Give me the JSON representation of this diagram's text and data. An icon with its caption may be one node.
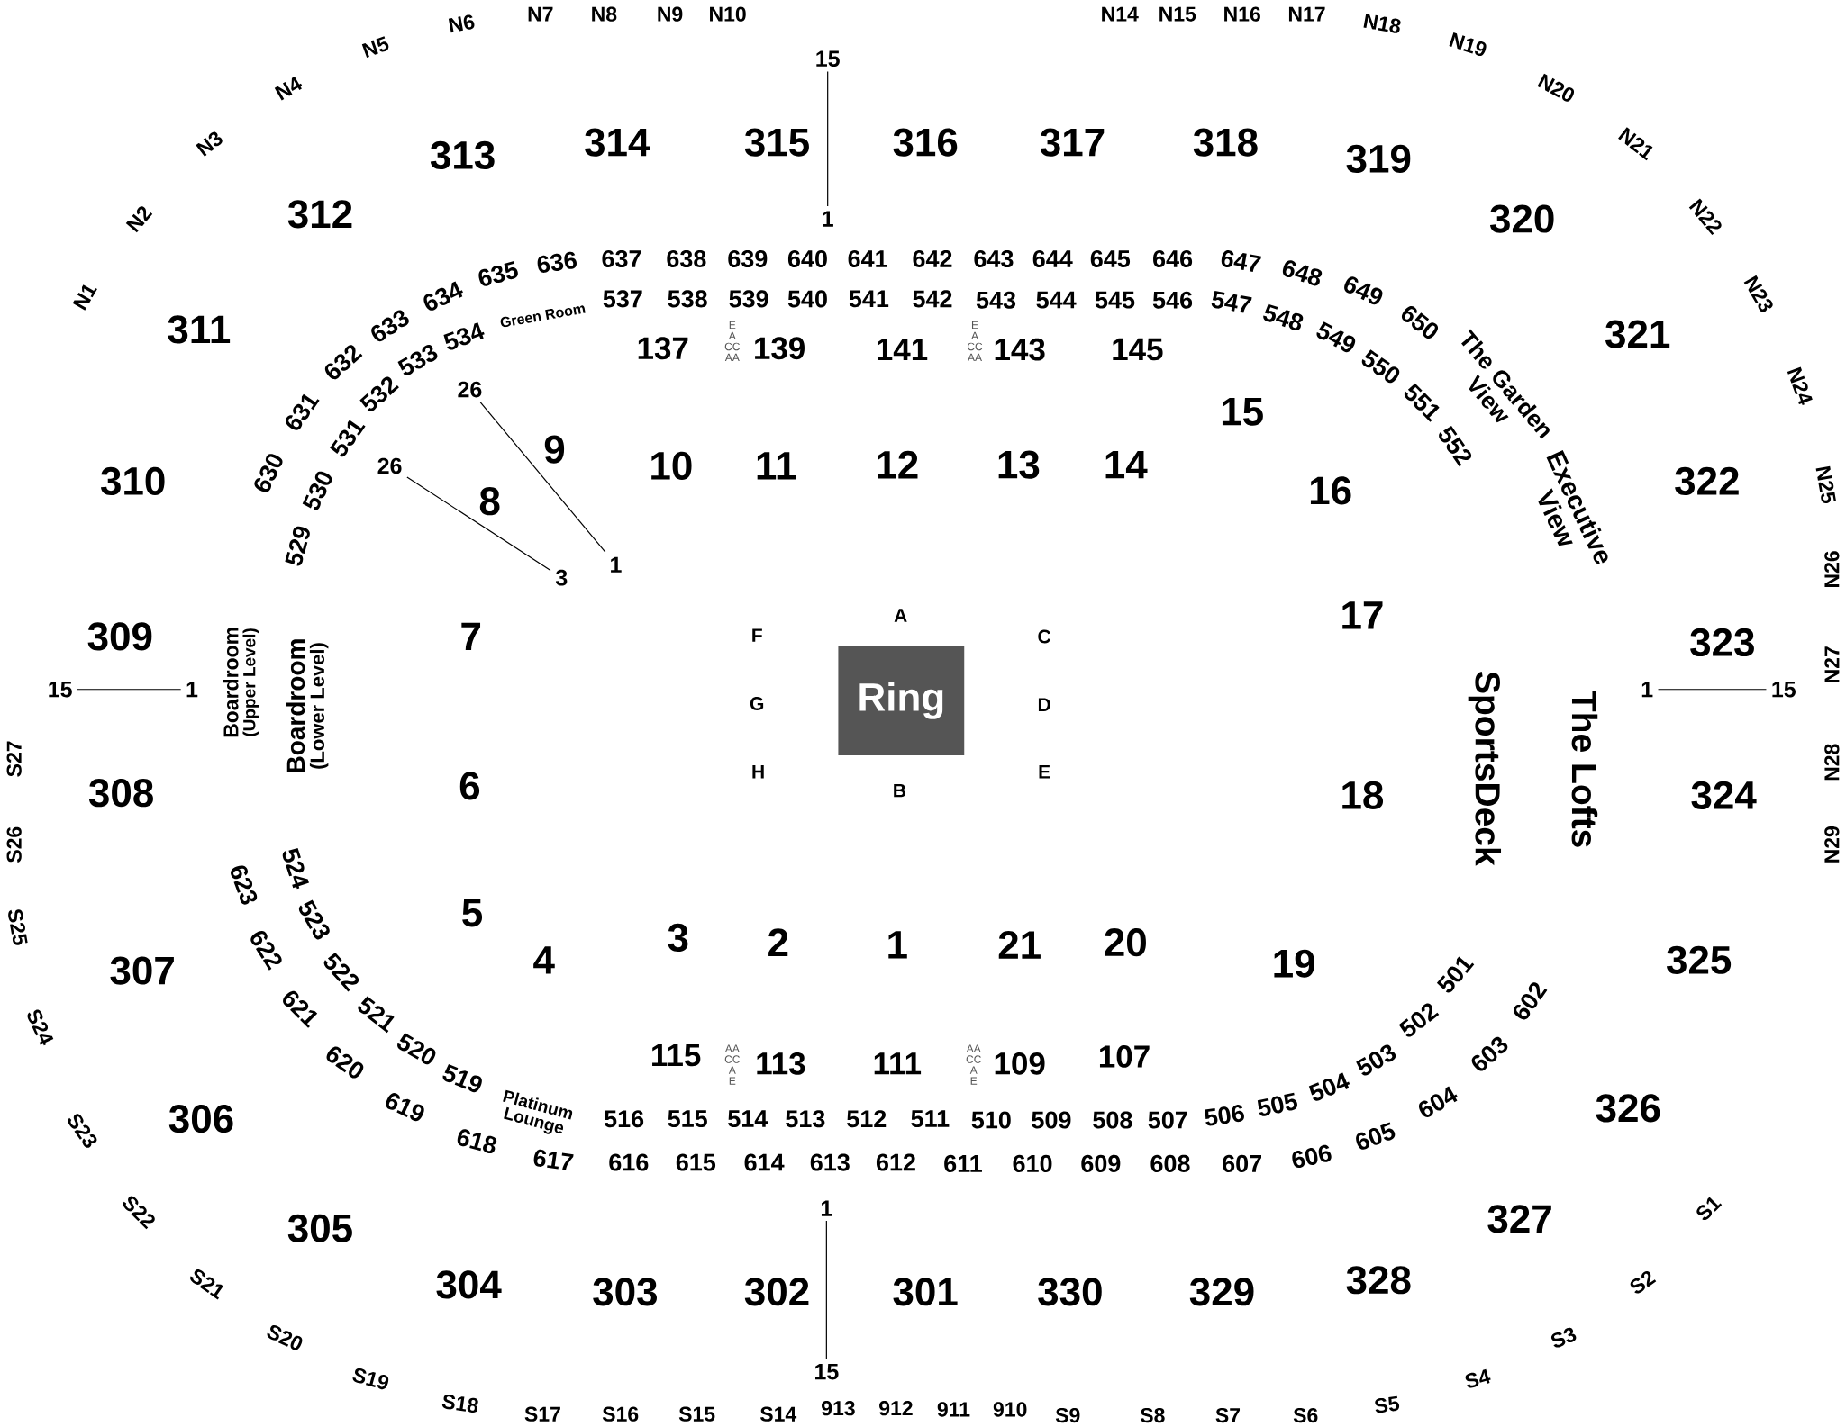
{
  "diagram": {
    "nodes": [
      {
        "text": [
          "15"
        ]
      },
      {
        "text": [
          "1"
        ]
      },
      {
        "text": [
          "26"
        ]
      },
      {
        "text": [
          "26"
        ]
      },
      {
        "text": [
          "3"
        ]
      },
      {
        "text": [
          "1"
        ]
      },
      {
        "text": [
          "15"
        ]
      },
      {
        "text": [
          "1"
        ]
      },
      {
        "text": [
          "1"
        ]
      },
      {
        "text": [
          "15"
        ]
      },
      {
        "text": [
          "Ring"
        ]
      },
      {
        "text": [
          "1"
        ]
      },
      {
        "text": [
          "15"
        ]
      }
    ],
    "edges": [
      {
        "from": 0,
        "to": 1,
        "arrow": "none"
      },
      {
        "from": 2,
        "to": 5,
        "arrow": "none"
      },
      {
        "from": 3,
        "to": 4,
        "arrow": "none"
      },
      {
        "from": 6,
        "to": 7,
        "arrow": "none"
      },
      {
        "from": 8,
        "to": 9,
        "arrow": "none"
      },
      {
        "from": 11,
        "to": 12,
        "arrow": "none"
      }
    ],
    "labels": [
      "N1",
      "N2",
      "N3",
      "N4",
      "N5",
      "N6",
      "N7",
      "N8",
      "N9",
      "N10",
      "N14",
      "N15",
      "N16",
      "N17",
      "N18",
      "N19",
      "N20",
      "N21",
      "N22",
      "N23",
      "N24",
      "N25",
      "N26",
      "N27",
      "N28",
      "N29",
      "313",
      "314",
      "315",
      "316",
      "317",
      "318",
      "319",
      "312",
      "320",
      "311",
      "321",
      "630",
      "631",
      "632",
      "633",
      "634",
      "635",
      "636",
      "637",
      "638",
      "639",
      "640",
      "641",
      "642",
      "643",
      "644",
      "645",
      "646",
      "647",
      "648",
      "649",
      "650",
      "529",
      "530",
      "531",
      "532",
      "533",
      "534",
      "Green Room",
      "537",
      "538",
      "539",
      "540",
      "541",
      "542",
      "543",
      "544",
      "545",
      "546",
      "547",
      "548",
      "549",
      "550",
      "551",
      "552",
      "The Garden View",
      "Executive View",
      "137",
      "E A CC AA",
      "139",
      "141",
      "E A CC AA",
      "143",
      "145",
      "310",
      "322",
      "9",
      "10",
      "11",
      "12",
      "13",
      "14",
      "15",
      "8",
      "16",
      "309",
      "Boardroom",
      "(Upper Level)",
      "Boardroom",
      "(Lower Level)",
      "7",
      "F",
      "A",
      "C",
      "17",
      "SportsDeck",
      "The Lofts",
      "323",
      "G",
      "D",
      "308",
      "6",
      "H",
      "B",
      "E",
      "18",
      "324",
      "307",
      "5",
      "4",
      "3",
      "2",
      "1",
      "21",
      "20",
      "19",
      "325",
      "524",
      "523",
      "522",
      "521",
      "520",
      "519",
      "623",
      "622",
      "621",
      "620",
      "619",
      "618",
      "115",
      "AA CC A E",
      "113",
      "111",
      "AA CC A E",
      "109",
      "107",
      "306",
      "Platinum Lounge",
      "516",
      "515",
      "514",
      "513",
      "512",
      "511",
      "510",
      "509",
      "508",
      "507",
      "506",
      "505",
      "504",
      "503",
      "502",
      "501",
      "602",
      "603",
      "604",
      "326",
      "617",
      "616",
      "615",
      "614",
      "613",
      "612",
      "611",
      "610",
      "609",
      "608",
      "607",
      "606",
      "605",
      "305",
      "327",
      "304",
      "303",
      "302",
      "301",
      "330",
      "329",
      "328",
      "S27",
      "S26",
      "S25",
      "S24",
      "S23",
      "S22",
      "S21",
      "S20",
      "S19",
      "S18",
      "S17",
      "S16",
      "S15",
      "S14",
      "913",
      "912",
      "911",
      "910",
      "S9",
      "S8",
      "S7",
      "S6",
      "S5",
      "S4",
      "S3",
      "S2",
      "S1"
    ]
  }
}
